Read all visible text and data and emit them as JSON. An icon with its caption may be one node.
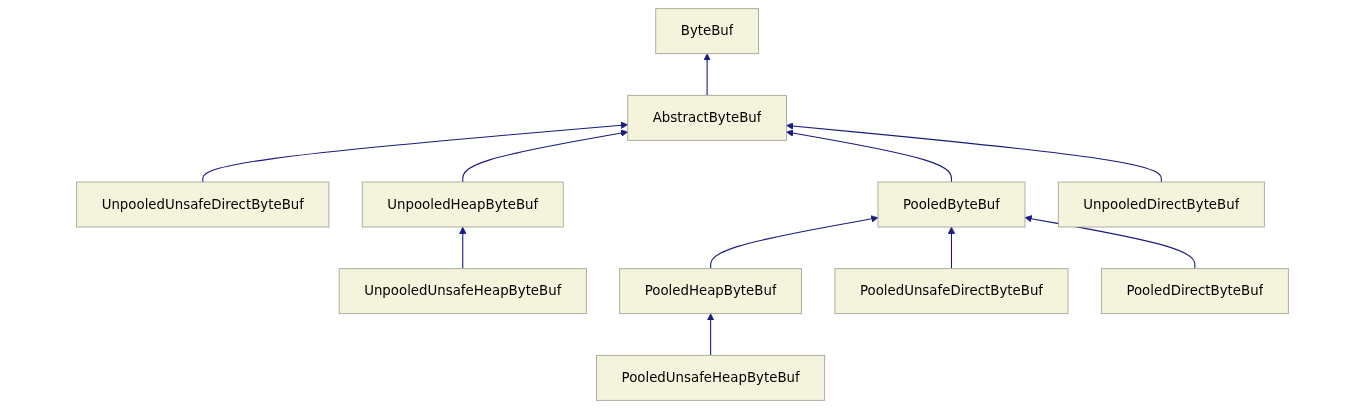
{
  "diagram": {
    "nodes": [
      {
        "text": [
          "ByteBuf"
        ]
      },
      {
        "text": [
          "AbstractByteBuf"
        ]
      },
      {
        "text": [
          "UnpooledUnsafeDirectByteBuf"
        ]
      },
      {
        "text": [
          "UnpooledHeapByteBuf"
        ]
      },
      {
        "text": [
          "PooledByteBuf"
        ]
      },
      {
        "text": [
          "UnpooledDirectByteBuf"
        ]
      },
      {
        "text": [
          "UnpooledUnsafeHeapByteBuf"
        ]
      },
      {
        "text": [
          "PooledHeapByteBuf"
        ]
      },
      {
        "text": [
          "PooledUnsafeDirectByteBuf"
        ]
      },
      {
        "text": [
          "PooledDirectByteBuf"
        ]
      },
      {
        "text": [
          "PooledUnsafeHeapByteBuf"
        ]
      }
    ],
    "edges": [
      {
        "from": 1,
        "to": 0,
        "arrow": "to"
      },
      {
        "from": 2,
        "to": 1,
        "arrow": "to"
      },
      {
        "from": 3,
        "to": 1,
        "arrow": "to"
      },
      {
        "from": 4,
        "to": 1,
        "arrow": "to"
      },
      {
        "from": 5,
        "to": 1,
        "arrow": "to"
      },
      {
        "from": 6,
        "to": 3,
        "arrow": "to"
      },
      {
        "from": 7,
        "to": 4,
        "arrow": "to"
      },
      {
        "from": 8,
        "to": 4,
        "arrow": "to"
      },
      {
        "from": 9,
        "to": 4,
        "arrow": "to"
      },
      {
        "from": 10,
        "to": 7,
        "arrow": "to"
      }
    ]
  }
}
